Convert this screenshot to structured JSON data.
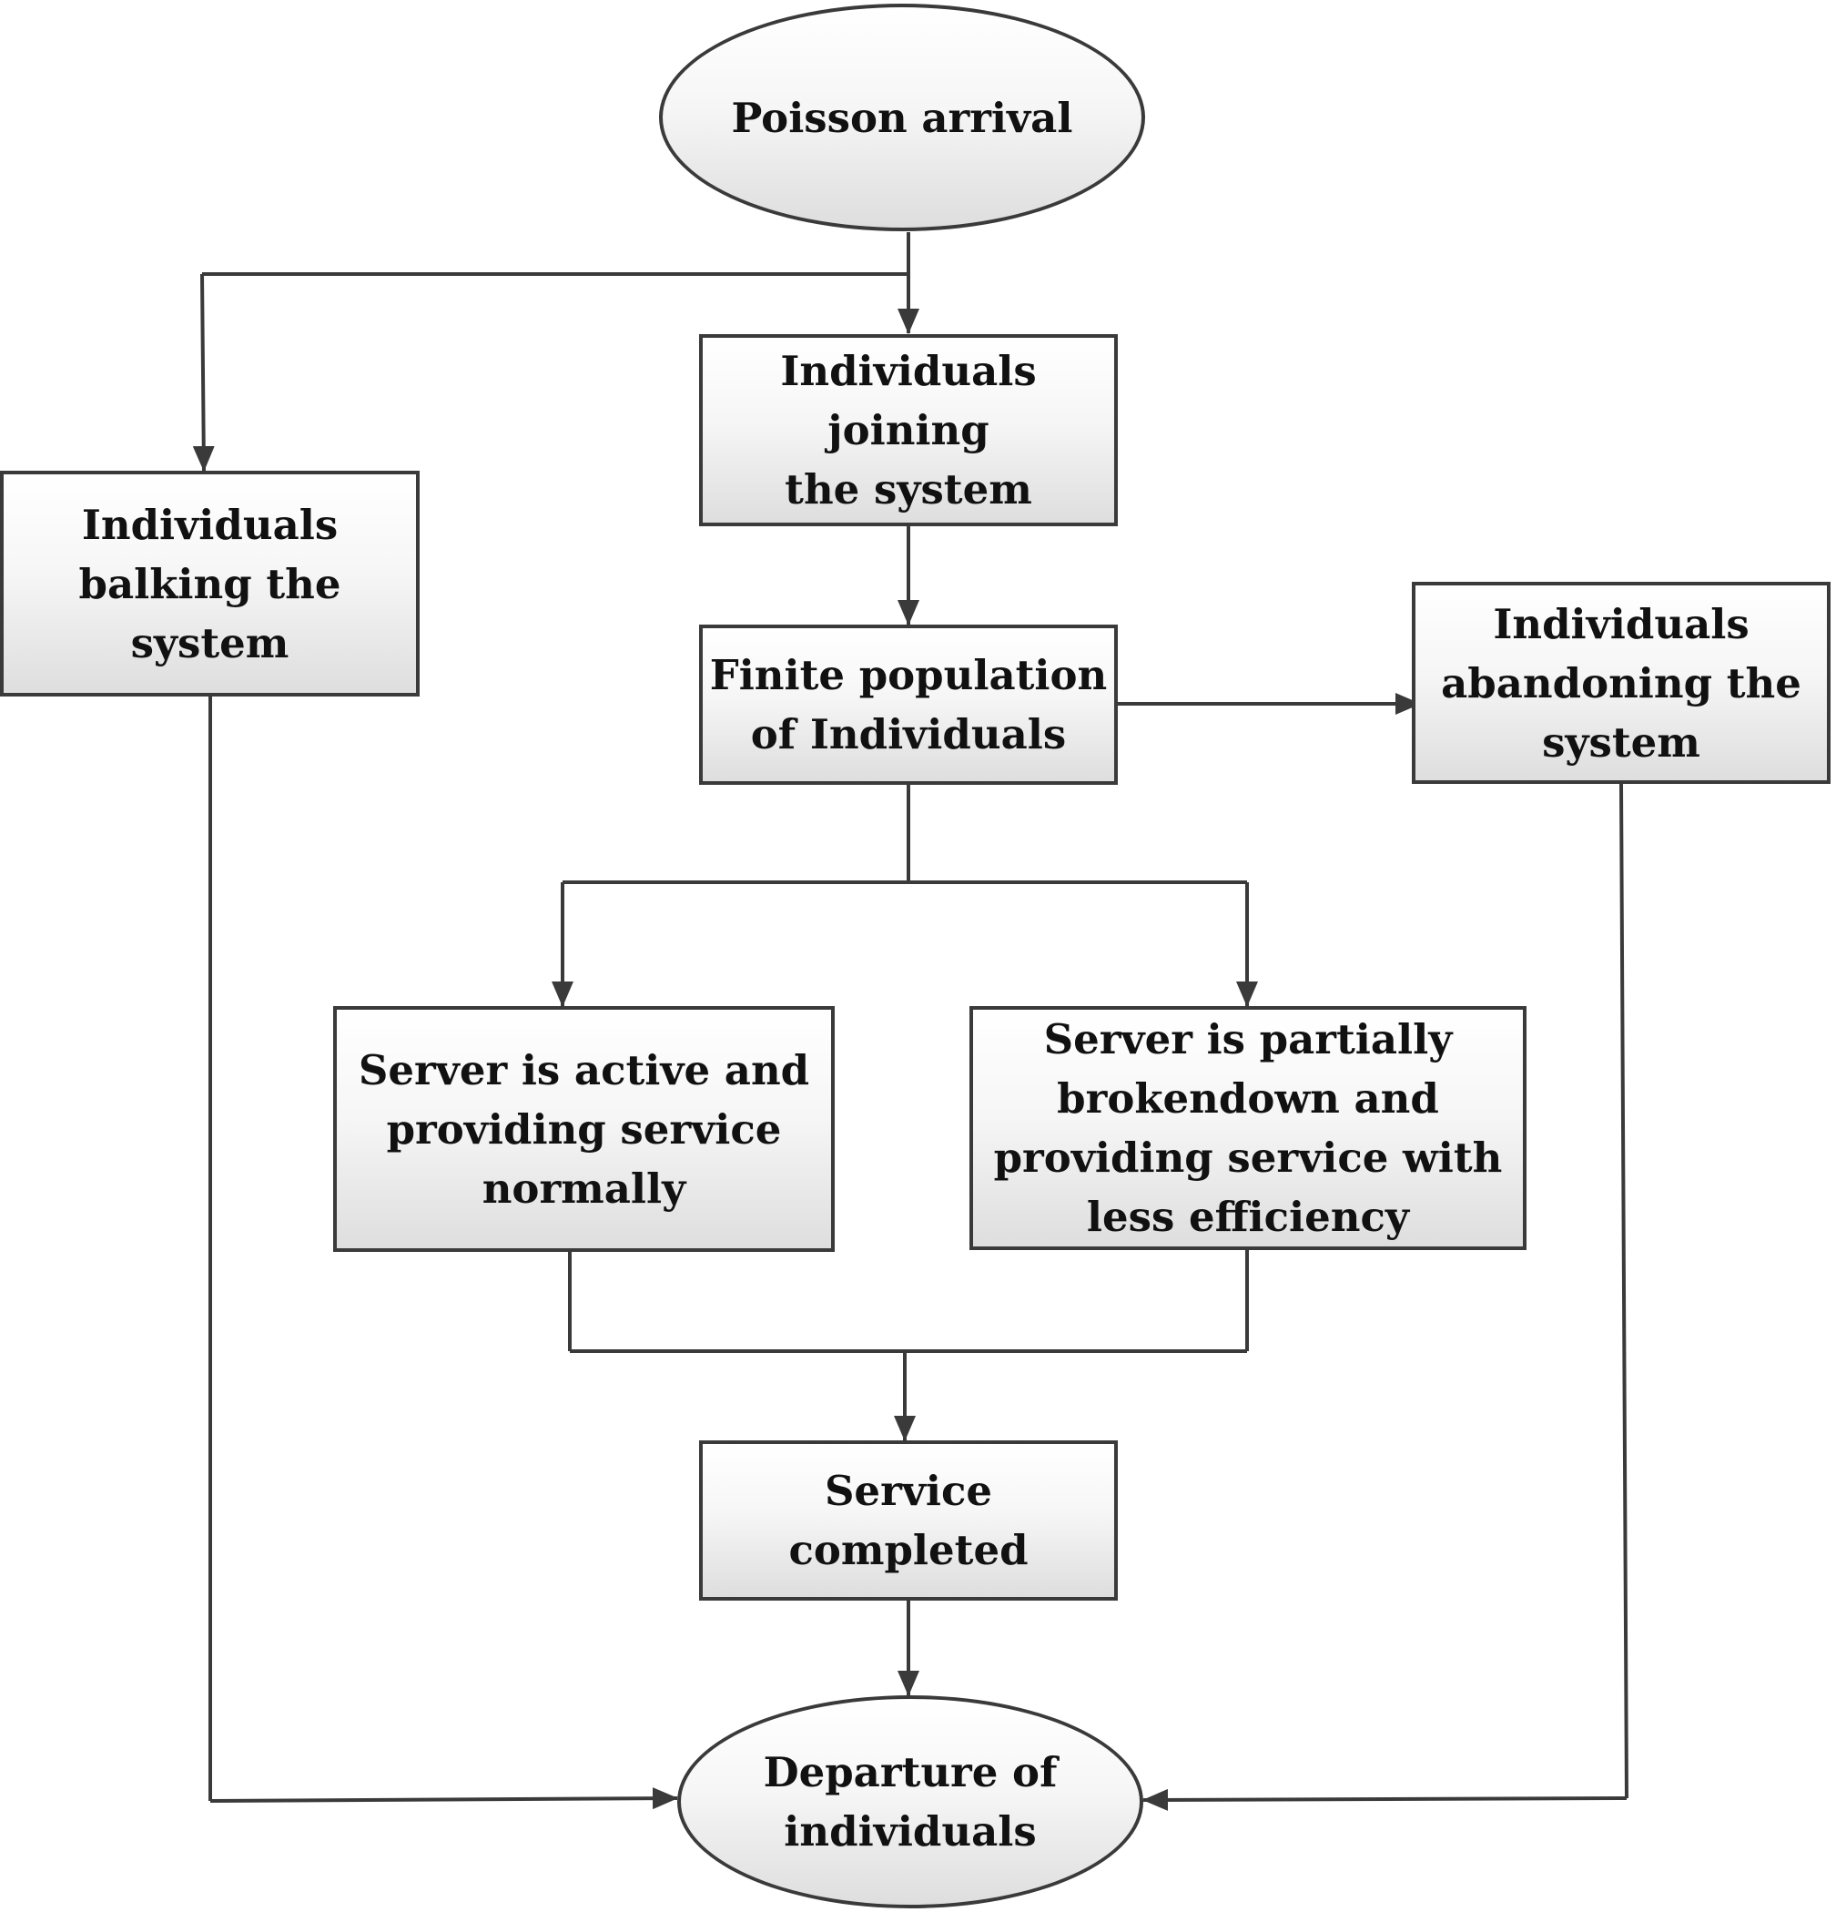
{
  "nodes": {
    "poisson_arrival": "Poisson arrival",
    "joining": "Individuals joining\nthe system",
    "balking": "Individuals\nbalking the\nsystem",
    "finite_population": "Finite population\nof Individuals",
    "abandoning": "Individuals\nabandoning the\nsystem",
    "server_active": "Server is active and\nproviding service\nnormally",
    "server_partial": "Server is partially\nbrokendown and\nproviding service with\nless efficiency",
    "service_completed": "Service completed",
    "departure": "Departure of\nindividuals"
  },
  "colors": {
    "line": "#3a3a3a",
    "text": "#111111"
  }
}
